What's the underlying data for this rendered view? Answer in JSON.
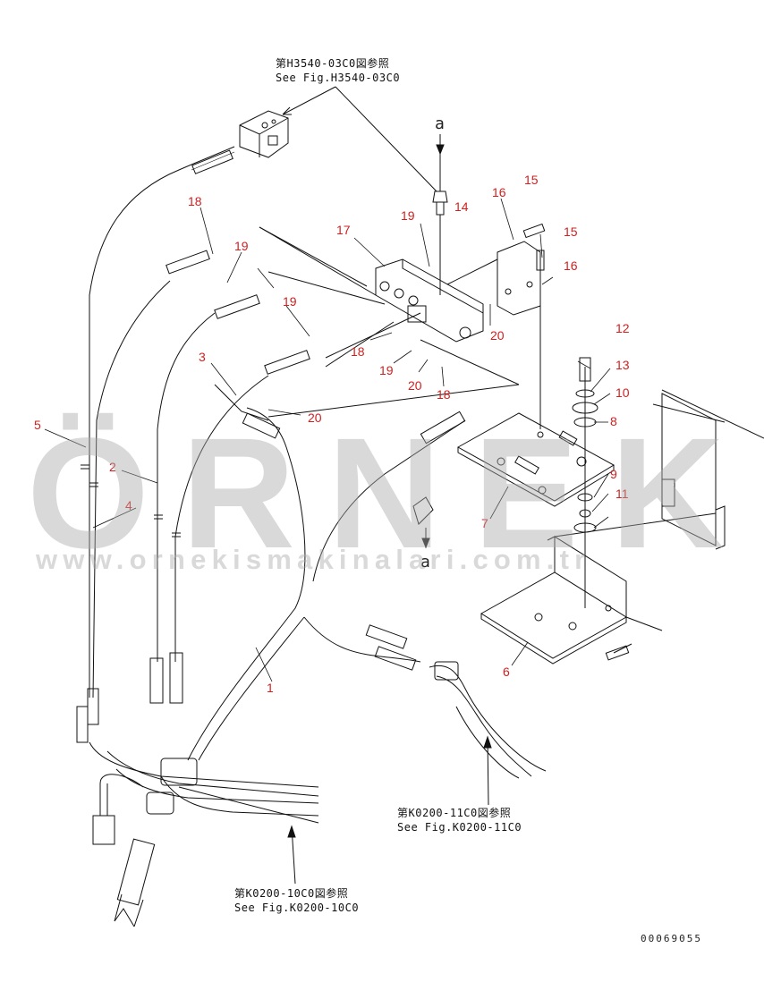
{
  "references": {
    "top": {
      "jp": "第H3540-03C0図参照",
      "en": "See Fig.H3540-03C0"
    },
    "right": {
      "jp": "第K0200-11C0図参照",
      "en": "See Fig.K0200-11C0"
    },
    "bottom": {
      "jp": "第K0200-10C0図参照",
      "en": "See Fig.K0200-10C0"
    }
  },
  "arrow_letter": "a",
  "part_numbers": [
    "1",
    "2",
    "3",
    "4",
    "5",
    "6",
    "7",
    "8",
    "9",
    "10",
    "11",
    "12",
    "13",
    "14",
    "15",
    "16",
    "17",
    "18",
    "19",
    "20"
  ],
  "watermark": {
    "brand": "ÖRNEK",
    "url": "www.ornekismakinalari.com.tr"
  },
  "document_number": "00069055",
  "colors": {
    "callout": "#d02020",
    "line": "#111111",
    "watermark": "#aaaaaa"
  }
}
